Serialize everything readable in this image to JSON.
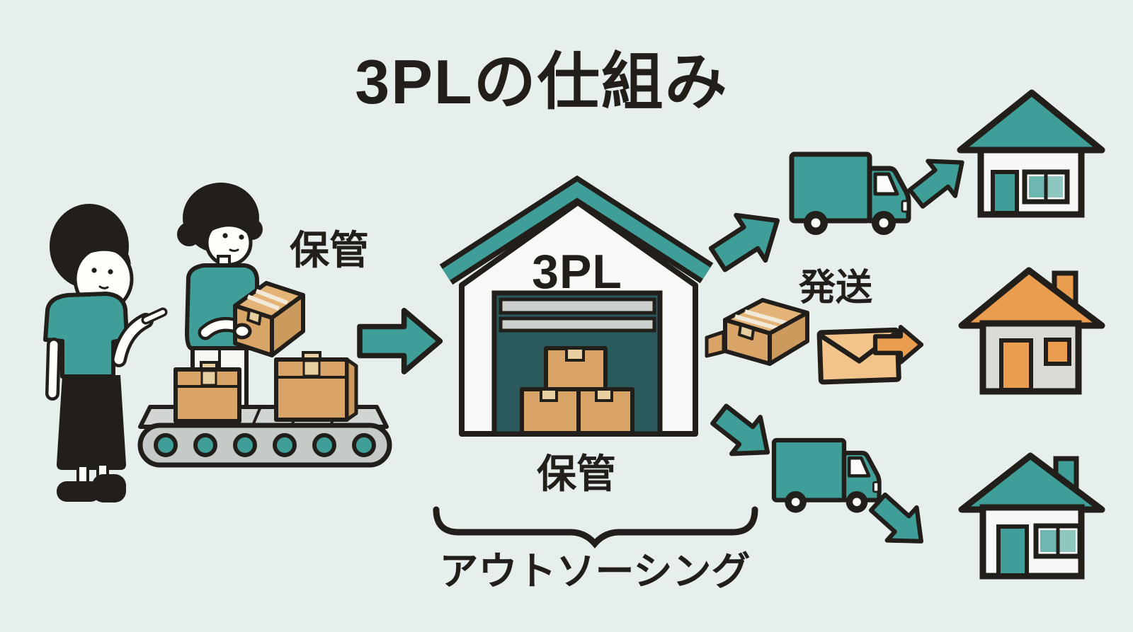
{
  "title": "3PLの仕組み",
  "labels": {
    "storage_inbound": "保管",
    "warehouse_name": "3PL",
    "storage_warehouse": "保管",
    "shipping": "発送",
    "outsourcing": "アウトソーシング"
  },
  "colors": {
    "background": "#e6efec",
    "teal": "#3f9e97",
    "teal_dark_interior": "#2b5a5c",
    "teal_window_pane": "#6db7b0",
    "orange": "#eb9d4f",
    "envelope_orange": "#f2c489",
    "box_tan": "#d9a468",
    "box_tan_light": "#e3b377",
    "box_tan_dark": "#cd9a5e",
    "conveyor_gray": "#c6cac7",
    "house_gray": "#dadbd6",
    "ink": "#221f1b",
    "white": "#f7f8f6"
  },
  "icons": [
    "person-manager-icon",
    "person-worker-icon",
    "conveyor-belt-icon",
    "cardboard-box-icon",
    "warehouse-icon",
    "truck-icon",
    "envelope-icon",
    "house-icon",
    "arrow-icon",
    "outsourcing-brace"
  ]
}
